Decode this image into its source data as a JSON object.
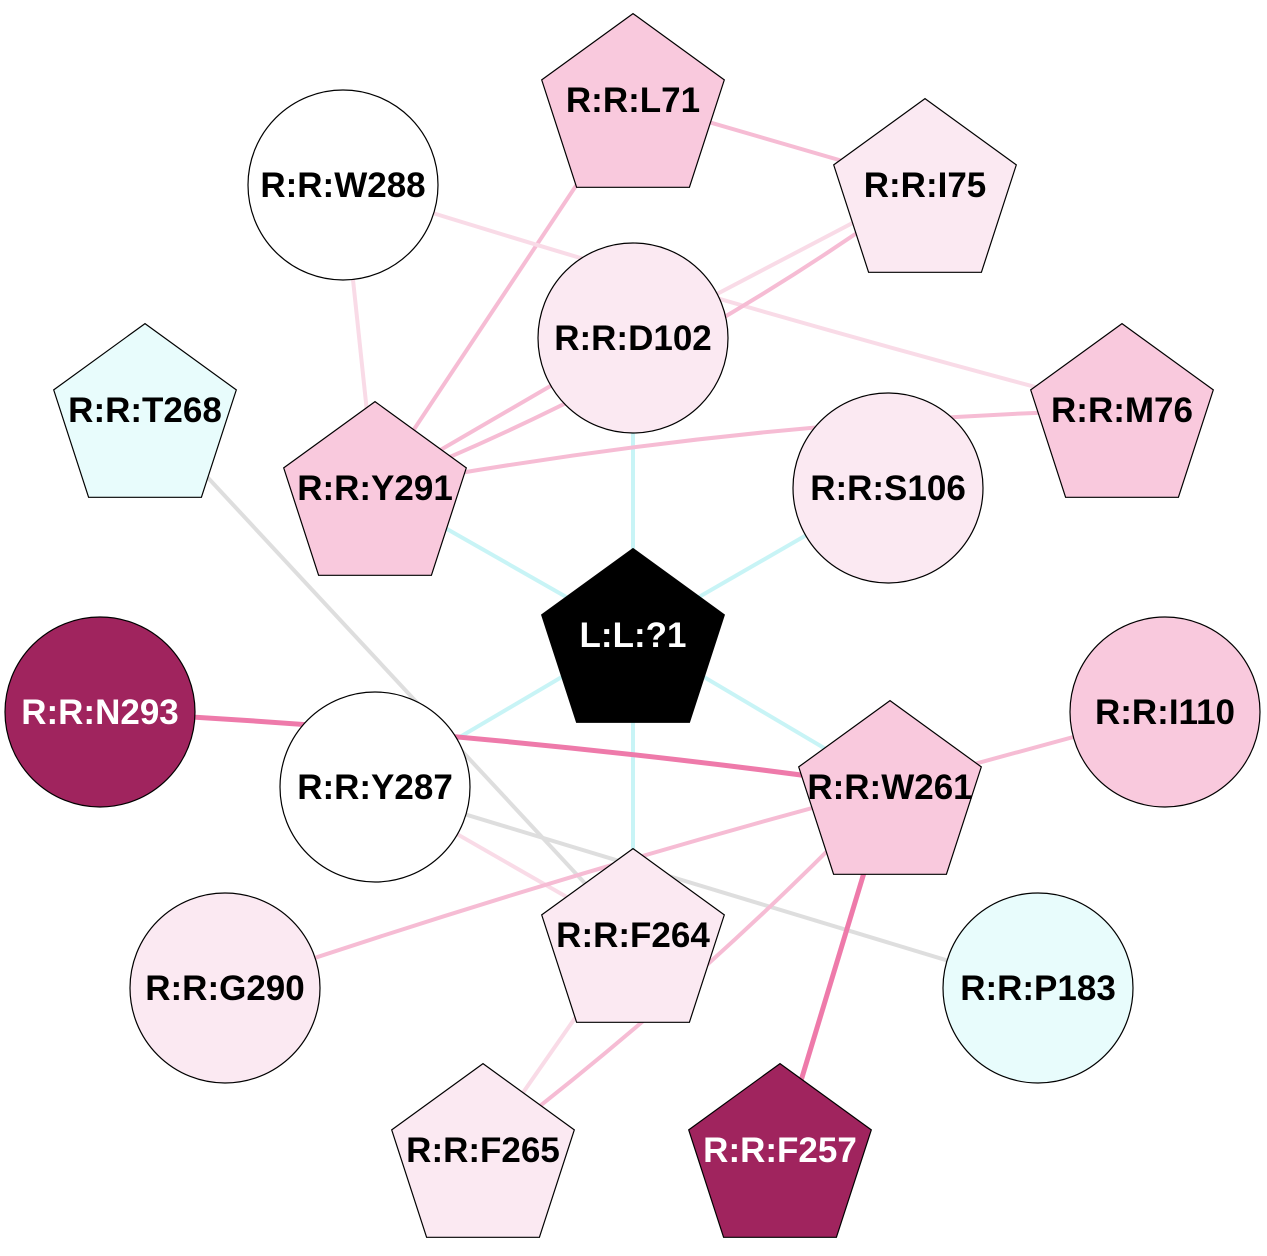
{
  "colors": {
    "background": "#ffffff",
    "pink_light": "#fbe9f2",
    "pink_mid": "#f9c9dd",
    "magenta_dark": "#a0245e",
    "cyan_light": "#e8fcfc",
    "white": "#ffffff",
    "black": "#000000",
    "edge_pink_light": "#f9dbe7",
    "edge_pink": "#f6bcd4",
    "edge_pink_strong": "#ee7aaa",
    "edge_cyan": "#c8f4f6",
    "edge_gray": "#dedede"
  },
  "nodes": [
    {
      "id": "L71",
      "label": "R:R:L71",
      "shape": "pentagon",
      "fill": "#f9c9dd",
      "text": "#000000"
    },
    {
      "id": "W288",
      "label": "R:R:W288",
      "shape": "circle",
      "fill": "#ffffff",
      "text": "#000000"
    },
    {
      "id": "I75",
      "label": "R:R:I75",
      "shape": "pentagon",
      "fill": "#fbe9f2",
      "text": "#000000"
    },
    {
      "id": "D102",
      "label": "R:R:D102",
      "shape": "circle",
      "fill": "#fbe9f2",
      "text": "#000000"
    },
    {
      "id": "T268",
      "label": "R:R:T268",
      "shape": "pentagon",
      "fill": "#e8fcfc",
      "text": "#000000"
    },
    {
      "id": "M76",
      "label": "R:R:M76",
      "shape": "pentagon",
      "fill": "#f9c9dd",
      "text": "#000000"
    },
    {
      "id": "Y291",
      "label": "R:R:Y291",
      "shape": "pentagon",
      "fill": "#f9c9dd",
      "text": "#000000"
    },
    {
      "id": "S106",
      "label": "R:R:S106",
      "shape": "circle",
      "fill": "#fbe9f2",
      "text": "#000000"
    },
    {
      "id": "LIG",
      "label": "L:L:?1",
      "shape": "pentagon",
      "fill": "#000000",
      "text": "#ffffff"
    },
    {
      "id": "N293",
      "label": "R:R:N293",
      "shape": "circle",
      "fill": "#a0245e",
      "text": "#ffffff"
    },
    {
      "id": "I110",
      "label": "R:R:I110",
      "shape": "circle",
      "fill": "#f9c9dd",
      "text": "#000000"
    },
    {
      "id": "Y287",
      "label": "R:R:Y287",
      "shape": "circle",
      "fill": "#ffffff",
      "text": "#000000"
    },
    {
      "id": "W261",
      "label": "R:R:W261",
      "shape": "pentagon",
      "fill": "#f9c9dd",
      "text": "#000000"
    },
    {
      "id": "F264",
      "label": "R:R:F264",
      "shape": "pentagon",
      "fill": "#fbe9f2",
      "text": "#000000"
    },
    {
      "id": "G290",
      "label": "R:R:G290",
      "shape": "circle",
      "fill": "#fbe9f2",
      "text": "#000000"
    },
    {
      "id": "P183",
      "label": "R:R:P183",
      "shape": "circle",
      "fill": "#e8fcfc",
      "text": "#000000"
    },
    {
      "id": "F265",
      "label": "R:R:F265",
      "shape": "pentagon",
      "fill": "#fbe9f2",
      "text": "#000000"
    },
    {
      "id": "F257",
      "label": "R:R:F257",
      "shape": "pentagon",
      "fill": "#a0245e",
      "text": "#ffffff"
    }
  ],
  "edges": [
    {
      "from": "L71",
      "to": "I75",
      "color": "#f6bcd4"
    },
    {
      "from": "L71",
      "to": "Y291",
      "color": "#f6bcd4"
    },
    {
      "from": "W288",
      "to": "M76",
      "color": "#f9dbe7"
    },
    {
      "from": "W288",
      "to": "Y291",
      "color": "#f9dbe7"
    },
    {
      "from": "I75",
      "to": "D102",
      "color": "#f9dbe7"
    },
    {
      "from": "I75",
      "to": "Y291",
      "color": "#f6bcd4"
    },
    {
      "from": "D102",
      "to": "Y291",
      "color": "#f6bcd4"
    },
    {
      "from": "D102",
      "to": "LIG",
      "color": "#c8f4f6"
    },
    {
      "from": "M76",
      "to": "Y291",
      "color": "#f6bcd4"
    },
    {
      "from": "Y291",
      "to": "LIG",
      "color": "#c8f4f6"
    },
    {
      "from": "S106",
      "to": "LIG",
      "color": "#c8f4f6"
    },
    {
      "from": "T268",
      "to": "F264",
      "color": "#dedede"
    },
    {
      "from": "LIG",
      "to": "Y287",
      "color": "#c8f4f6"
    },
    {
      "from": "LIG",
      "to": "F264",
      "color": "#c8f4f6"
    },
    {
      "from": "LIG",
      "to": "W261",
      "color": "#c8f4f6"
    },
    {
      "from": "N293",
      "to": "W261",
      "color": "#ee7aaa"
    },
    {
      "from": "I110",
      "to": "W261",
      "color": "#f6bcd4"
    },
    {
      "from": "Y287",
      "to": "F264",
      "color": "#f9dbe7"
    },
    {
      "from": "Y287",
      "to": "P183",
      "color": "#dedede"
    },
    {
      "from": "W261",
      "to": "G290",
      "color": "#f6bcd4"
    },
    {
      "from": "W261",
      "to": "F265",
      "color": "#f6bcd4"
    },
    {
      "from": "W261",
      "to": "F257",
      "color": "#ee7aaa"
    },
    {
      "from": "F264",
      "to": "F265",
      "color": "#f9dbe7"
    }
  ]
}
